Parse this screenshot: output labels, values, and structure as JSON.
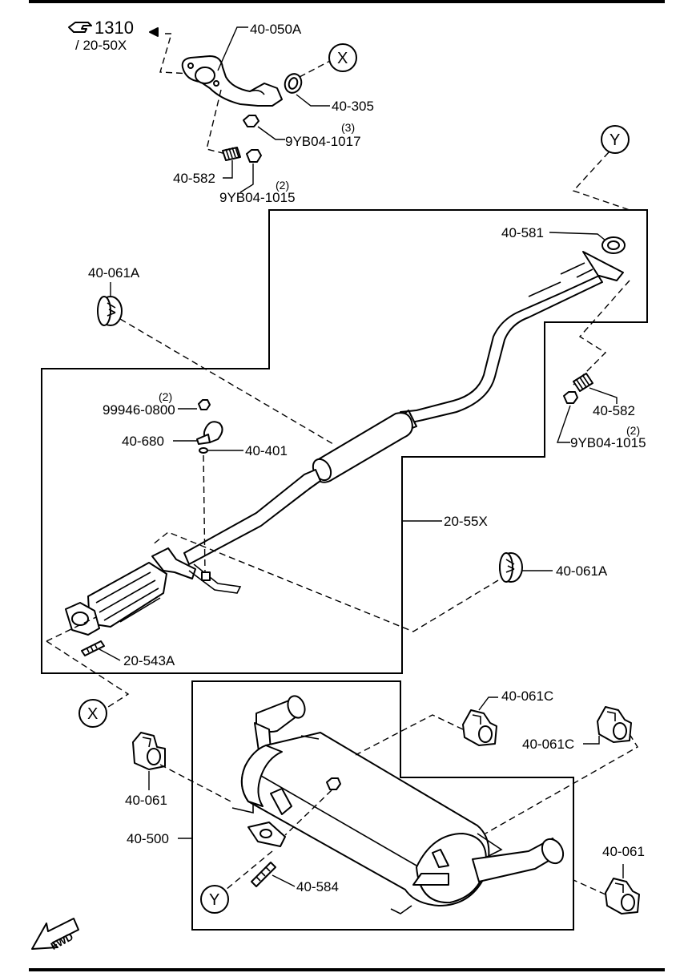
{
  "labels": {
    "ref_1310": "1310",
    "ref_20_50x": "/ 20-50X",
    "p40_050a": "40-050A",
    "p40_305": "40-305",
    "p9yb04_1017": "9YB04-1017",
    "q_1017": "(3)",
    "p40_582_top": "40-582",
    "p9yb04_1015_top": "9YB04-1015",
    "q_1015_top": "(2)",
    "p40_581": "40-581",
    "p40_061a_left": "40-061A",
    "p99946_0800": "99946-0800",
    "q_99946": "(2)",
    "p40_680": "40-680",
    "p40_401": "40-401",
    "p40_582_right": "40-582",
    "p9yb04_1015_right": "9YB04-1015",
    "q_1015_right": "(2)",
    "p20_55x": "20-55X",
    "p40_061a_right": "40-061A",
    "p20_543a": "20-543A",
    "p40_061c_upper": "40-061C",
    "p40_061c_lower": "40-061C",
    "p40_061_left": "40-061",
    "p40_500": "40-500",
    "p40_584": "40-584",
    "p40_061_right": "40-061",
    "circle_x": "X",
    "circle_y": "Y",
    "fwd": "FWD"
  },
  "icons": {
    "reference": "pointing-hand-icon",
    "forward": "forward-arrow-icon"
  }
}
